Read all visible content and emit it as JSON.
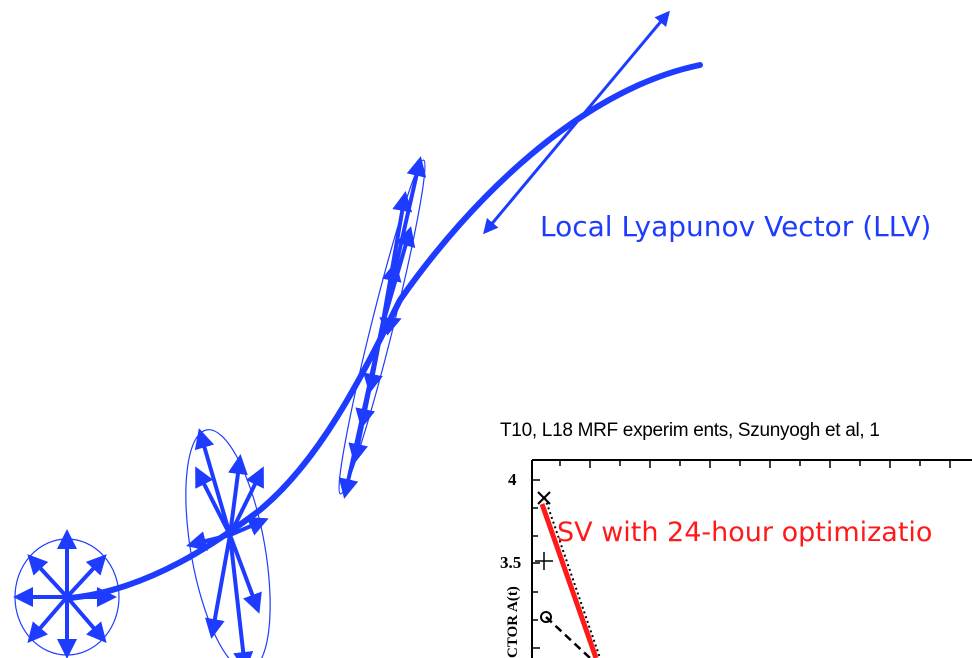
{
  "labels": {
    "llv": "Local Lyapunov Vector (LLV)",
    "inset_title": "T10, L18 MRF experim ents, Szunyogh et al, 1",
    "sv_label": "SV with 24-hour optimizatio",
    "y_axis_label": "CTOR A(t)"
  },
  "inset_axis": {
    "y_ticks": [
      "4",
      "3.5"
    ]
  },
  "colors": {
    "trajectory": "#1e3cff",
    "sv_line": "#ff1a1a",
    "axis": "#000000"
  }
}
